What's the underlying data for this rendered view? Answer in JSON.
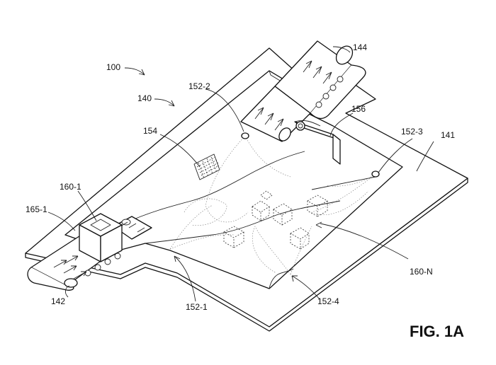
{
  "figure_label": "FIG. 1A",
  "reference_labels": {
    "system": "100",
    "region": "140",
    "floor": "141",
    "conveyor_out": "144",
    "conveyor_in": "142",
    "camera_top": "152-2",
    "camera_right": "152-3",
    "camera_left_bottom": "152-1",
    "camera_right_bottom": "152-4",
    "marker_grid": "154",
    "arm": "156",
    "item_first": "160-1",
    "item_marker": "165-1",
    "item_last": "160-N"
  },
  "colors": {
    "line": "#111111",
    "background": "#ffffff"
  }
}
